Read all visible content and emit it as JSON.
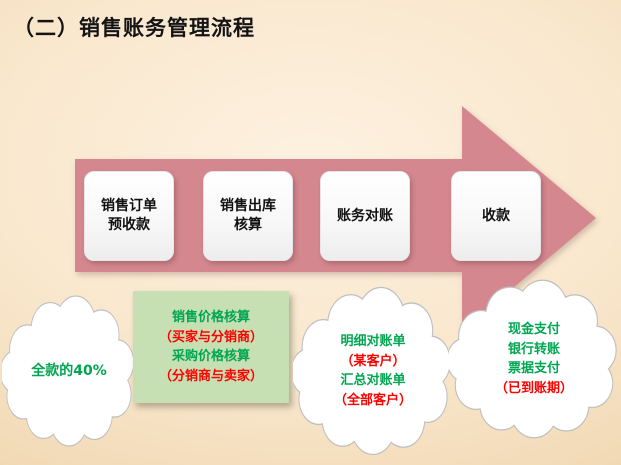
{
  "title": "（二）销售账务管理流程",
  "colors": {
    "arrow": "#d4878f",
    "note_green": "#00a651",
    "note_red": "#ff0000",
    "rect_bg": "#c6e0b4"
  },
  "flow": {
    "arrow_color": "#d4878f",
    "steps": [
      {
        "label": "销售订单\n预收款"
      },
      {
        "label": "销售出库\n核算"
      },
      {
        "label": "账务对账"
      },
      {
        "label": "收款"
      }
    ]
  },
  "notes": {
    "cloud1": {
      "lines": [
        {
          "text": "全款的40%",
          "color": "#00a651"
        }
      ]
    },
    "rect": {
      "bg": "#c6e0b4",
      "lines": [
        {
          "text": "销售价格核算",
          "color": "#00a651"
        },
        {
          "text": "（买家与分销商）",
          "color": "#ff0000"
        },
        {
          "text": "采购价格核算",
          "color": "#00a651"
        },
        {
          "text": "（分销商与卖家）",
          "color": "#ff0000"
        }
      ]
    },
    "cloud3": {
      "lines": [
        {
          "text": "明细对账单",
          "color": "#00a651"
        },
        {
          "text": "（某客户）",
          "color": "#ff0000"
        },
        {
          "text": "汇总对账单",
          "color": "#00a651"
        },
        {
          "text": "（全部客户）",
          "color": "#ff0000"
        }
      ]
    },
    "cloud4": {
      "lines": [
        {
          "text": "现金支付",
          "color": "#00a651"
        },
        {
          "text": "银行转账",
          "color": "#00a651"
        },
        {
          "text": "票据支付",
          "color": "#00a651"
        },
        {
          "text": "（已到账期）",
          "color": "#ff0000"
        }
      ]
    }
  }
}
